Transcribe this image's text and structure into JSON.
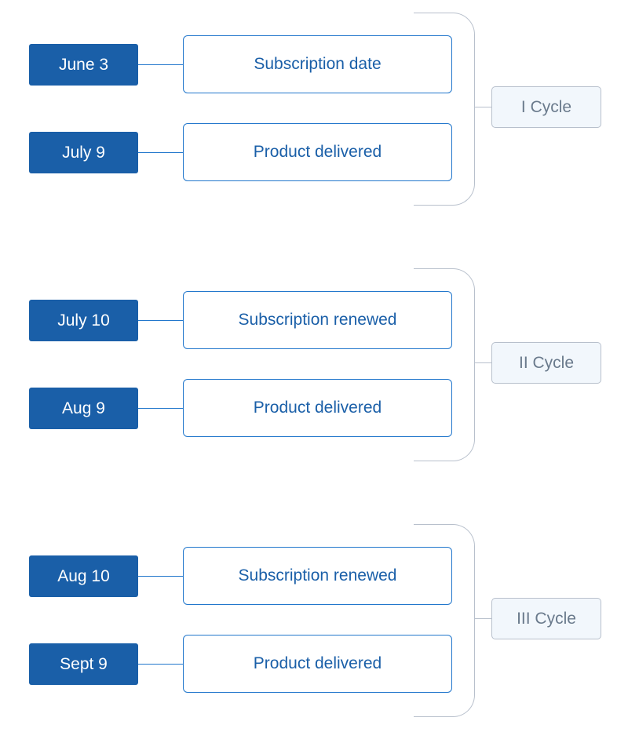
{
  "cycles": [
    {
      "label": "I Cycle",
      "events": [
        {
          "date": "June 3",
          "event": "Subscription date"
        },
        {
          "date": "July 9",
          "event": "Product delivered"
        }
      ]
    },
    {
      "label": "II Cycle",
      "events": [
        {
          "date": "July 10",
          "event": "Subscription renewed"
        },
        {
          "date": "Aug 9",
          "event": "Product delivered"
        }
      ]
    },
    {
      "label": "III Cycle",
      "events": [
        {
          "date": "Aug 10",
          "event": "Subscription renewed"
        },
        {
          "date": "Sept 9",
          "event": "Product delivered"
        }
      ]
    }
  ],
  "colors": {
    "date_fill": "#1a5fa8",
    "event_border": "#2277cc",
    "event_text": "#1a5fa8",
    "bracket": "#b8c0cc",
    "cycle_label_fill": "#f2f7fc",
    "cycle_label_text": "#6a7a8c"
  }
}
